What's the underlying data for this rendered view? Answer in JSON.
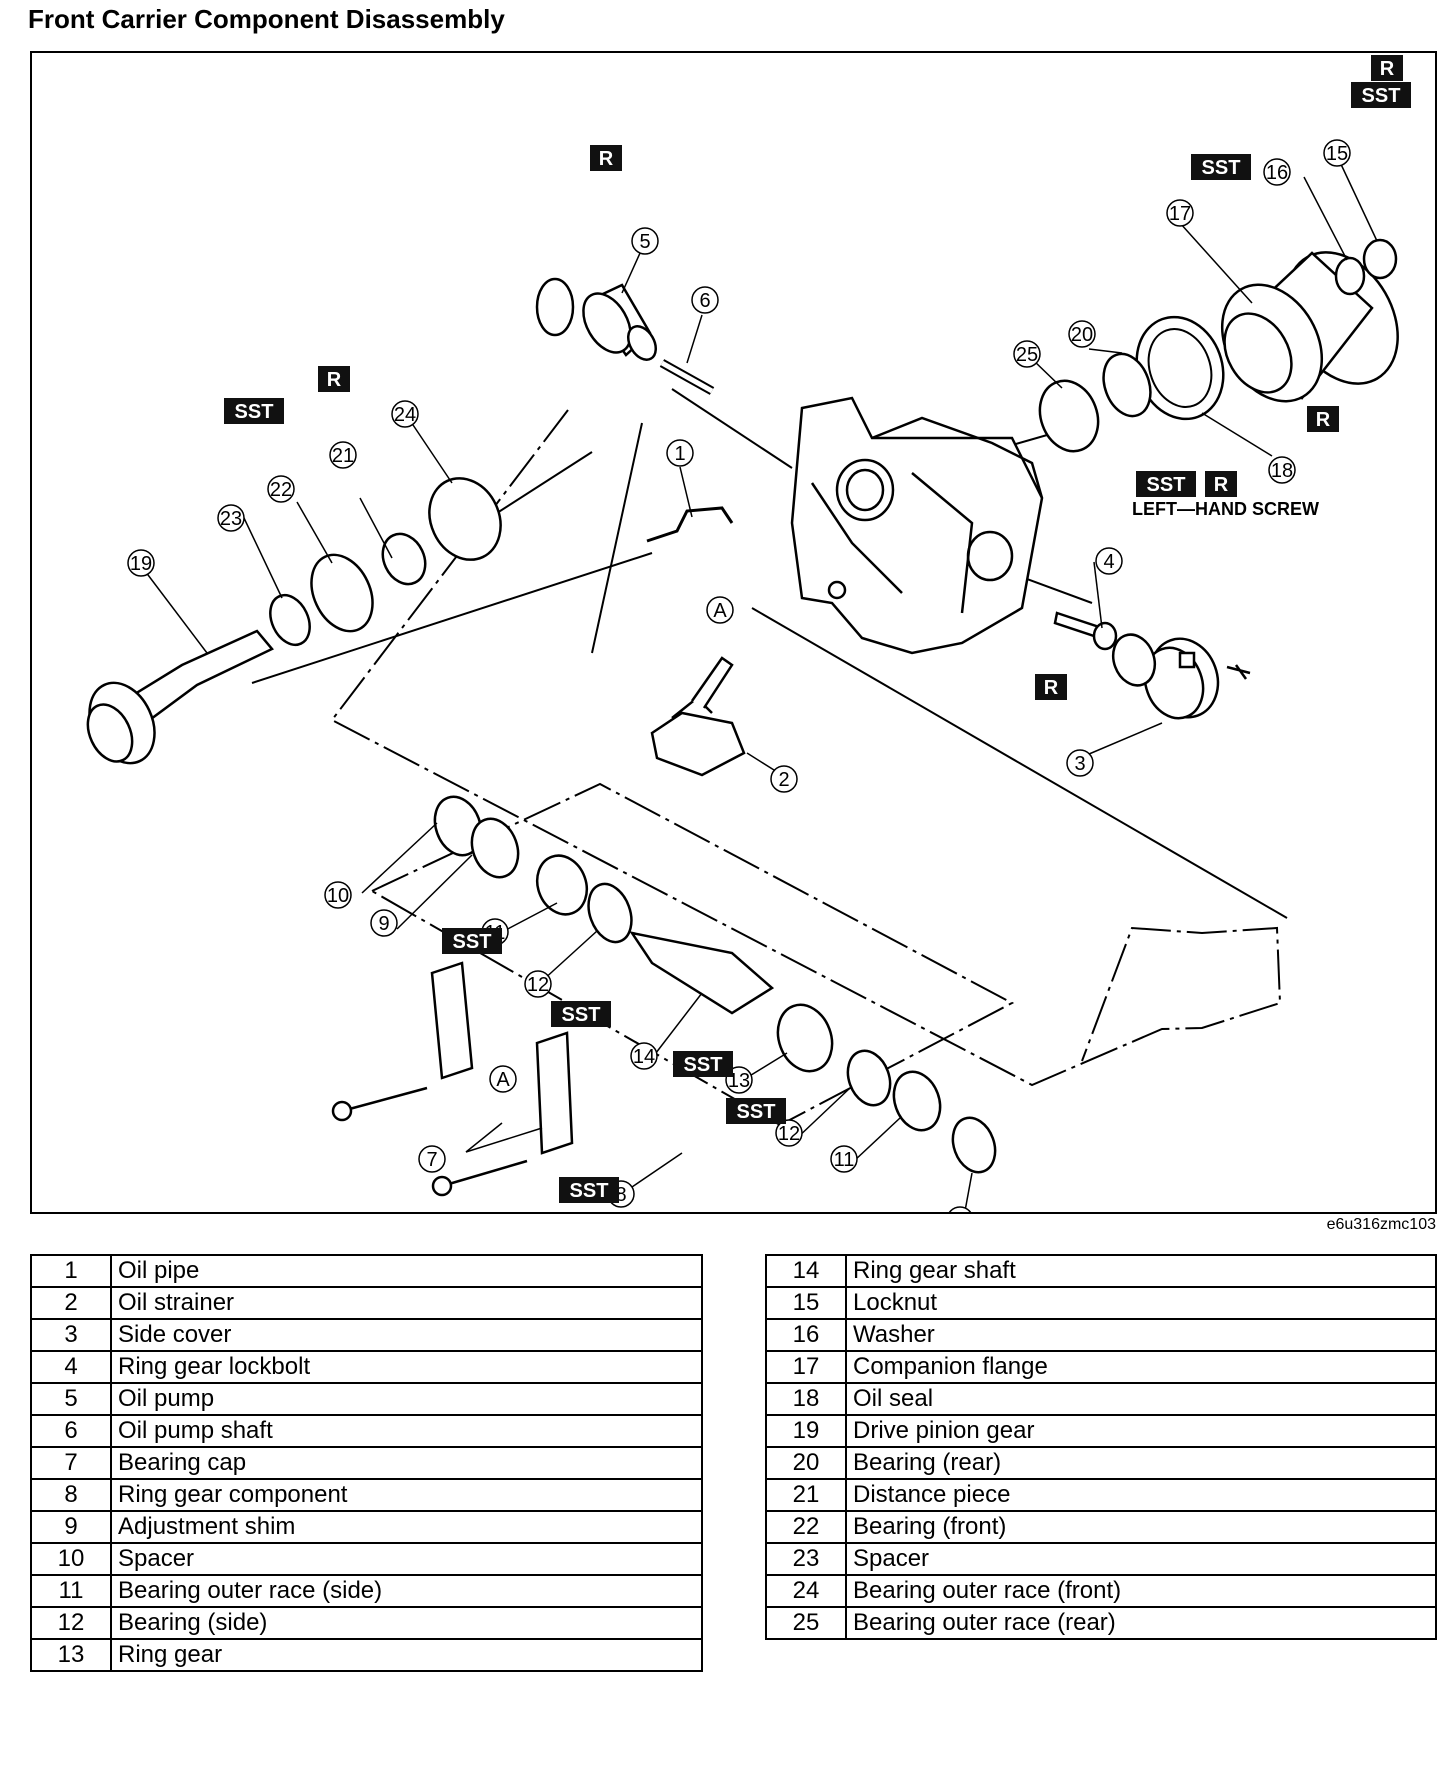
{
  "title": "Front Carrier Component Disassembly",
  "figure_code": "e6u316zmc103",
  "badges": {
    "r": "R",
    "sst": "SST"
  },
  "callouts": {
    "A": "A",
    "left_hand_screw": "LEFT—HAND SCREW"
  },
  "parts_left": [
    {
      "num": "1",
      "name": "Oil pipe"
    },
    {
      "num": "2",
      "name": "Oil strainer"
    },
    {
      "num": "3",
      "name": "Side cover"
    },
    {
      "num": "4",
      "name": "Ring gear lockbolt"
    },
    {
      "num": "5",
      "name": "Oil pump"
    },
    {
      "num": "6",
      "name": "Oil pump shaft"
    },
    {
      "num": "7",
      "name": "Bearing cap"
    },
    {
      "num": "8",
      "name": "Ring gear component"
    },
    {
      "num": "9",
      "name": "Adjustment shim"
    },
    {
      "num": "10",
      "name": "Spacer"
    },
    {
      "num": "11",
      "name": "Bearing outer race (side)"
    },
    {
      "num": "12",
      "name": "Bearing (side)"
    },
    {
      "num": "13",
      "name": "Ring gear"
    }
  ],
  "parts_right": [
    {
      "num": "14",
      "name": "Ring gear shaft"
    },
    {
      "num": "15",
      "name": "Locknut"
    },
    {
      "num": "16",
      "name": "Washer"
    },
    {
      "num": "17",
      "name": "Companion flange"
    },
    {
      "num": "18",
      "name": "Oil seal"
    },
    {
      "num": "19",
      "name": "Drive pinion gear"
    },
    {
      "num": "20",
      "name": "Bearing (rear)"
    },
    {
      "num": "21",
      "name": "Distance piece"
    },
    {
      "num": "22",
      "name": "Bearing (front)"
    },
    {
      "num": "23",
      "name": "Spacer"
    },
    {
      "num": "24",
      "name": "Bearing outer race (front)"
    },
    {
      "num": "25",
      "name": "Bearing outer race (rear)"
    }
  ]
}
